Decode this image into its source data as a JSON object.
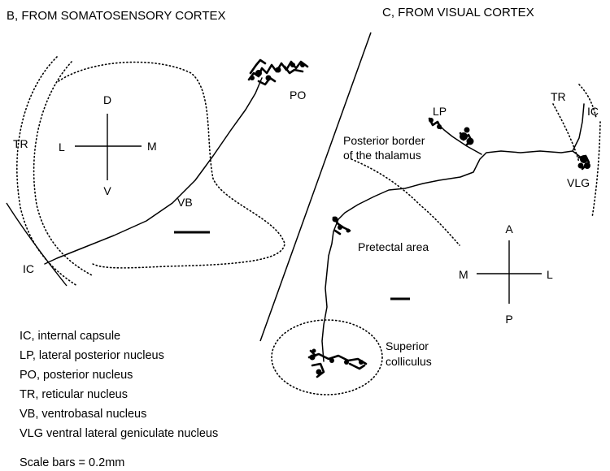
{
  "panels": {
    "somatosensory": {
      "title": "B, FROM SOMATOSENSORY CORTEX",
      "labels": {
        "po": "PO",
        "tr": "TR",
        "vb": "VB",
        "ic": "IC"
      },
      "orientation": {
        "up": "D",
        "down": "V",
        "left": "L",
        "right": "M"
      }
    },
    "visual": {
      "title": "C, FROM VISUAL CORTEX",
      "labels": {
        "lp": "LP",
        "tr": "TR",
        "ic": "IC",
        "vlg": "VLG",
        "posterior_border_line1": "Posterior border",
        "posterior_border_line2": "of the thalamus",
        "pretectal": "Pretectal area",
        "superior_line1": "Superior",
        "superior_line2": "colliculus"
      },
      "orientation": {
        "up": "A",
        "down": "P",
        "left": "M",
        "right": "L"
      }
    }
  },
  "legend": {
    "items": [
      "IC, internal capsule",
      "LP, lateral posterior nucleus",
      "PO, posterior nucleus",
      "TR, reticular nucleus",
      "VB, ventrobasal nucleus",
      "VLG ventral lateral geniculate nucleus"
    ],
    "scale_note": "Scale bars = 0.2mm"
  }
}
